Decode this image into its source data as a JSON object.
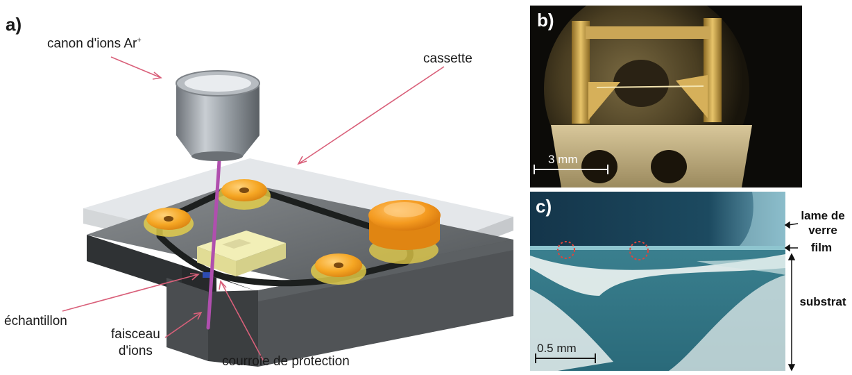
{
  "panel_a": {
    "letter": "a)",
    "labels": {
      "ion_gun": "canon d'ions Ar",
      "ion_gun_sup": "+",
      "cassette": "cassette",
      "sample": "échantillon",
      "beam_line1": "faisceau",
      "beam_line2": "d'ions",
      "belt": "courroie de protection"
    }
  },
  "panel_b": {
    "letter": "b)",
    "scale": "3 mm"
  },
  "panel_c": {
    "letter": "c)",
    "scale": "0.5 mm",
    "labels": {
      "glass_line1": "lame de",
      "glass_line2": "verre",
      "film": "film",
      "substrate": "substrat"
    }
  },
  "colors": {
    "label_arrow": "#d9607a",
    "ion_beam": "#b04fae",
    "gear": "#f2a11c",
    "belt": "#1c1f1e",
    "base": "#3c3f41"
  }
}
